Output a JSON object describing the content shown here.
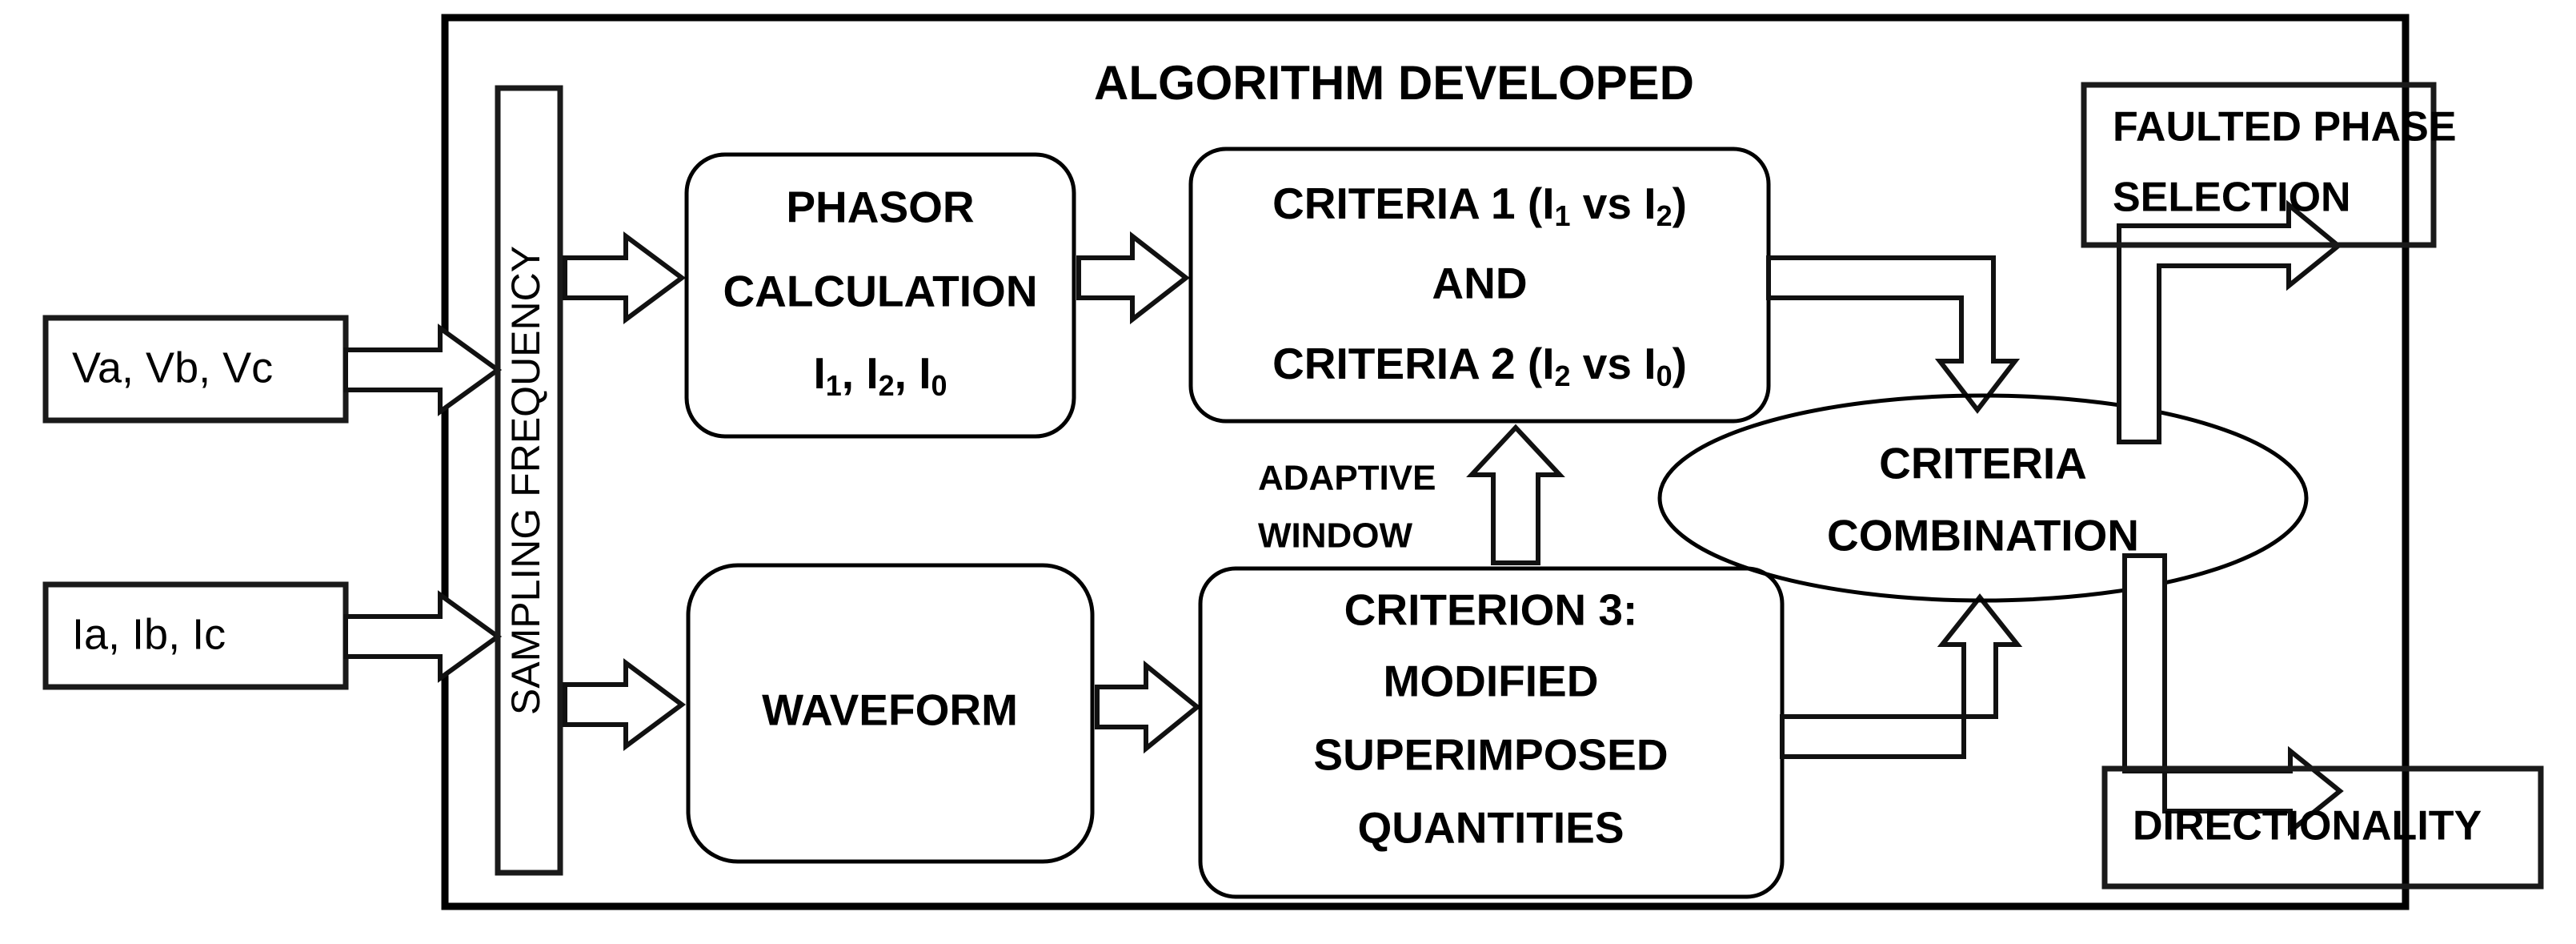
{
  "diagram": {
    "title": "ALGORITHM DEVELOPED",
    "inputs": [
      {
        "id": "voltage",
        "label": "Va, Vb, Vc"
      },
      {
        "id": "current",
        "label": "Ia, Ib, Ic"
      }
    ],
    "sampling": {
      "label": "SAMPLING  FREQUENCY"
    },
    "phasor": {
      "line1": "PHASOR",
      "line2": "CALCULATION",
      "line3_base": "I",
      "line3_sub1": "1",
      "line3_mid": ", I",
      "line3_sub2": "2",
      "line3_mid2": ", I",
      "line3_sub3": "0"
    },
    "criteria": {
      "line1_a": "CRITERIA 1 (I",
      "line1_sub1": "1",
      "line1_b": " vs I",
      "line1_sub2": "2",
      "line1_c": ")",
      "line2": "AND",
      "line3_a": "CRITERIA 2 (I",
      "line3_sub1": "2",
      "line3_b": " vs I",
      "line3_sub2": "0",
      "line3_c": ")"
    },
    "waveform": {
      "label": "WAVEFORM"
    },
    "criterion3": {
      "line1": "CRITERION 3:",
      "line2": "MODIFIED",
      "line3": "SUPERIMPOSED",
      "line4": "QUANTITIES"
    },
    "adaptive_window": {
      "line1": "ADAPTIVE",
      "line2": "WINDOW"
    },
    "combination": {
      "line1": "CRITERIA",
      "line2": "COMBINATION"
    },
    "outputs": [
      {
        "id": "faulted-phase-selection",
        "line1": "FAULTED PHASE",
        "line2": "SELECTION"
      },
      {
        "id": "directionality",
        "line1": "DIRECTIONALITY",
        "line2": ""
      }
    ],
    "colors": {
      "stroke": "#000000",
      "background": "#ffffff",
      "text": "#000000"
    }
  }
}
